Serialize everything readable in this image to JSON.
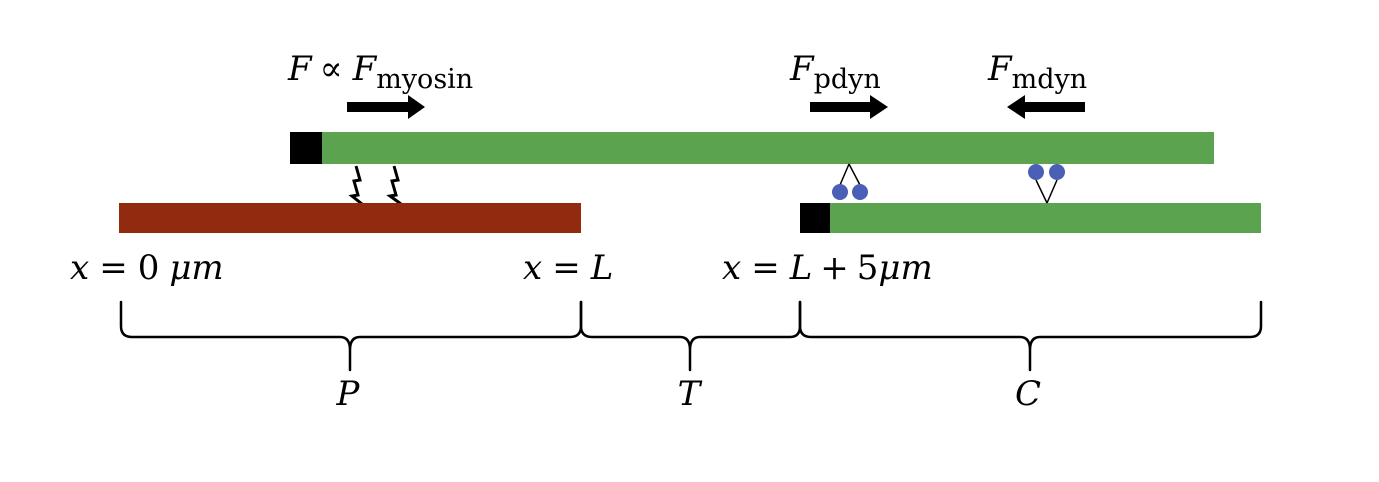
{
  "forces": {
    "myosin": {
      "F": "F",
      "prop": "∝",
      "F2": "F",
      "sub": "myosin"
    },
    "pdyn": {
      "F": "F",
      "sub": "pdyn"
    },
    "mdyn": {
      "F": "F",
      "sub": "mdyn"
    }
  },
  "positions": {
    "x0": {
      "x": "x",
      "eq": "=",
      "val": "0",
      "unit": "μm"
    },
    "xL": {
      "x": "x",
      "eq": "=",
      "val": "L"
    },
    "xL5": {
      "x": "x",
      "eq": "=",
      "val": "L",
      "plus": "+",
      "five": "5",
      "unit": "μm"
    }
  },
  "regions": {
    "P": "P",
    "T": "T",
    "C": "C"
  },
  "colors": {
    "green": "#5ba34f",
    "red": "#922a0f",
    "blue": "#4a5fb5",
    "black": "#000000"
  }
}
